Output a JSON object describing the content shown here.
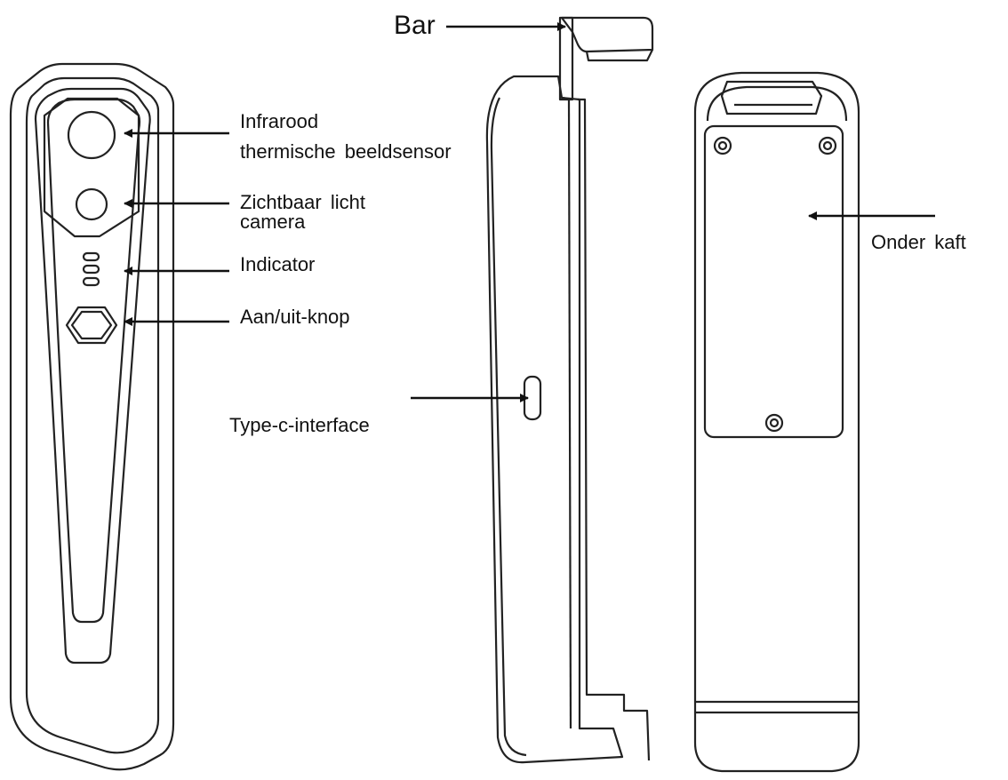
{
  "labels": {
    "bar": "Bar",
    "infrared_line1": "Infrarood",
    "infrared_line2": "thermische beeldsensor",
    "camera_line1": "Zichtbaar licht",
    "camera_line2": "camera",
    "indicator": "Indicator",
    "power_button": "Aan/uit-knop",
    "type_c": "Type-c-interface",
    "bottom_cover": "Onder kaft"
  },
  "colors": {
    "line": "#222222",
    "background": "#ffffff"
  }
}
